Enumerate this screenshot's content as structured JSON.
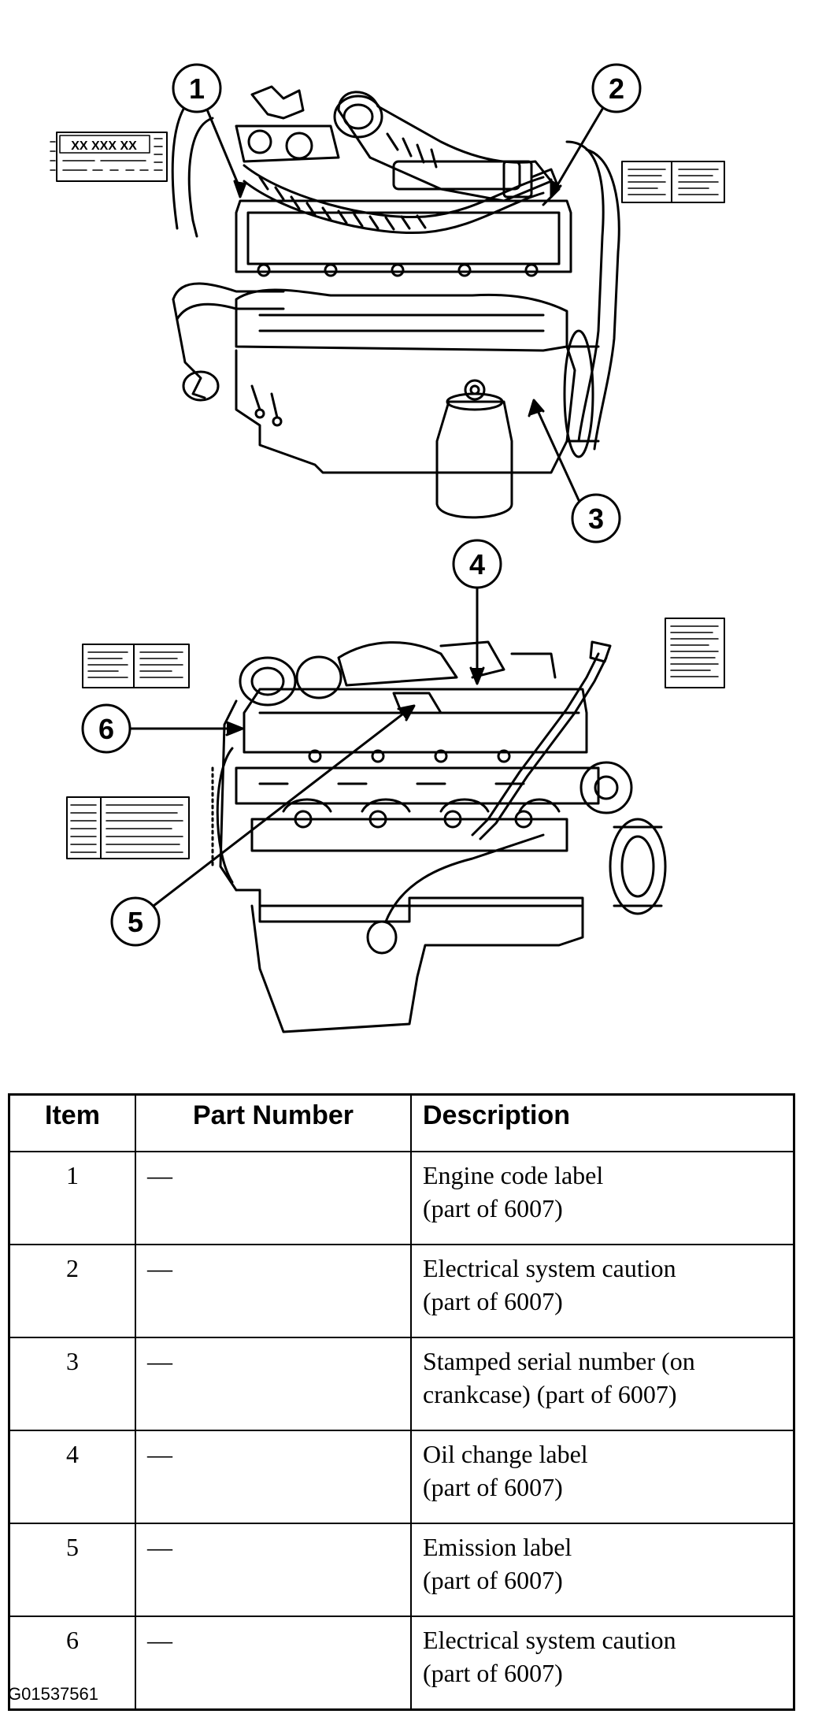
{
  "diagram": {
    "callouts": [
      "1",
      "2",
      "3",
      "4",
      "5",
      "6"
    ],
    "top_label_text": "XX XXX XX"
  },
  "table": {
    "headers": {
      "item": "Item",
      "part_number": "Part Number",
      "description": "Description"
    },
    "rows": [
      {
        "item": "1",
        "part_number": "—",
        "description": [
          "Engine code label",
          "(part of 6007)"
        ]
      },
      {
        "item": "2",
        "part_number": "—",
        "description": [
          "Electrical system caution",
          "(part of 6007)"
        ]
      },
      {
        "item": "3",
        "part_number": "—",
        "description": [
          "Stamped serial number (on",
          "crankcase) (part of 6007)"
        ]
      },
      {
        "item": "4",
        "part_number": "—",
        "description": [
          "Oil change label",
          "(part of 6007)"
        ]
      },
      {
        "item": "5",
        "part_number": "—",
        "description": [
          "Emission label",
          "(part of 6007)"
        ]
      },
      {
        "item": "6",
        "part_number": "—",
        "description": [
          "Electrical system caution",
          "(part of 6007)"
        ]
      }
    ]
  },
  "figure_code": "G01537561"
}
